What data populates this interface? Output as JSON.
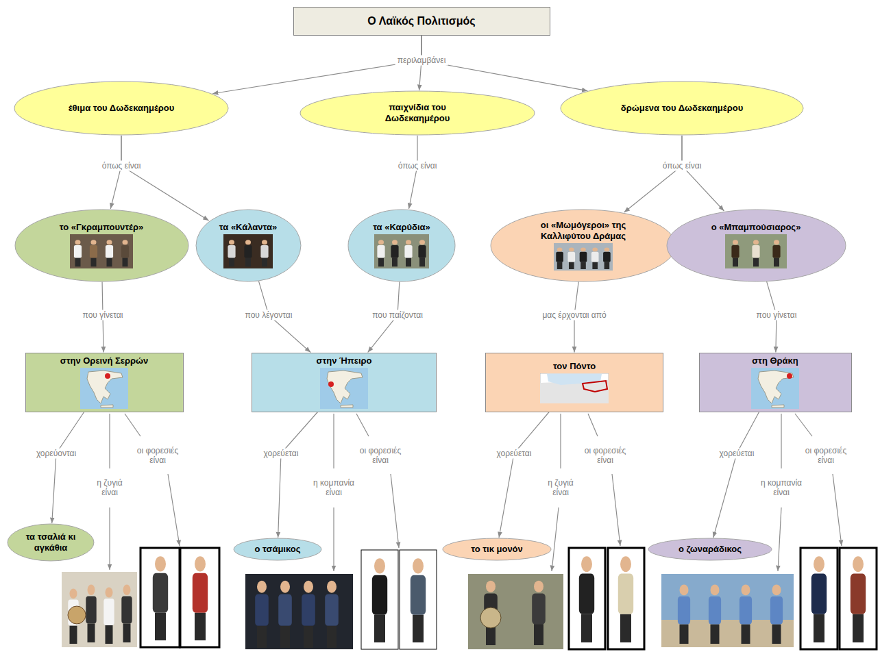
{
  "diagram": {
    "nodes": [
      {
        "text": [
          "Ο Λαϊκός Πολιτισμός"
        ]
      },
      {
        "text": [
          "έθιμα του Δωδεκαημέρου"
        ]
      },
      {
        "text": [
          "παιχνίδια του Δωδεκαημέρου"
        ]
      },
      {
        "text": [
          "δρώμενα του Δωδεκαημέρου"
        ]
      },
      {
        "text": [
          "το «Γκραμπουντέρ»"
        ]
      },
      {
        "text": [
          "τα «Κάλαντα»"
        ]
      },
      {
        "text": [
          "τα «Καρύδια»"
        ]
      },
      {
        "text": [
          "οι «Μωμόγεροι» της Καλλιφύτου Δράμας"
        ]
      },
      {
        "text": [
          "ο «Μπαμπούσιαρος»"
        ]
      },
      {
        "text": [
          "στην Ορεινή Σερρών"
        ]
      },
      {
        "text": [
          "στην Ήπειρο"
        ]
      },
      {
        "text": [
          "τον Πόντο"
        ]
      },
      {
        "text": [
          "στη Θράκη"
        ]
      },
      {
        "text": [
          "τα τσαλιά κι αγκάθια"
        ]
      },
      {
        "text": [
          "ο τσάμικος"
        ]
      },
      {
        "text": [
          "το τικ μονόν"
        ]
      },
      {
        "text": [
          "ο ζωναράδικος"
        ]
      }
    ],
    "edges": [
      {
        "from": 0,
        "to": 1,
        "arrow": "to"
      },
      {
        "from": 0,
        "to": 2,
        "label": "περιλαμβάνει",
        "arrow": "to"
      },
      {
        "from": 0,
        "to": 3,
        "arrow": "to"
      },
      {
        "from": 1,
        "to": 4,
        "label": "όπως είναι",
        "arrow": "to"
      },
      {
        "from": 1,
        "to": 5,
        "arrow": "to"
      },
      {
        "from": 2,
        "to": 6,
        "label": "όπως είναι",
        "arrow": "to"
      },
      {
        "from": 3,
        "to": 7,
        "label": "όπως είναι",
        "arrow": "to"
      },
      {
        "from": 3,
        "to": 8,
        "arrow": "to"
      },
      {
        "from": 4,
        "to": 9,
        "label": "που γίνεται",
        "arrow": "to"
      },
      {
        "from": 5,
        "to": 10,
        "label": "που λέγονται",
        "arrow": "to"
      },
      {
        "from": 6,
        "to": 10,
        "label": "που παίζονται",
        "arrow": "to"
      },
      {
        "from": 7,
        "to": 11,
        "label": "μας έρχονται από",
        "arrow": "to"
      },
      {
        "from": 8,
        "to": 12,
        "label": "που γίνεται",
        "arrow": "to"
      },
      {
        "from": 9,
        "to": 13,
        "label": "χορεύονται",
        "arrow": "to"
      },
      {
        "from": 10,
        "to": 14,
        "label": "χορεύεται",
        "arrow": "to"
      },
      {
        "from": 11,
        "to": 15,
        "label": "χορεύεται",
        "arrow": "to"
      },
      {
        "from": 12,
        "to": 16,
        "label": "χορεύεται",
        "arrow": "to"
      }
    ],
    "labels": [
      "η ζυγιά είναι",
      "οι φορεσιές είναι",
      "η κομπανία είναι",
      "οι φορεσιές είναι",
      "η ζυγιά είναι",
      "οι φορεσιές είναι",
      "η κομπανία είναι",
      "οι φορεσιές είναι"
    ]
  }
}
